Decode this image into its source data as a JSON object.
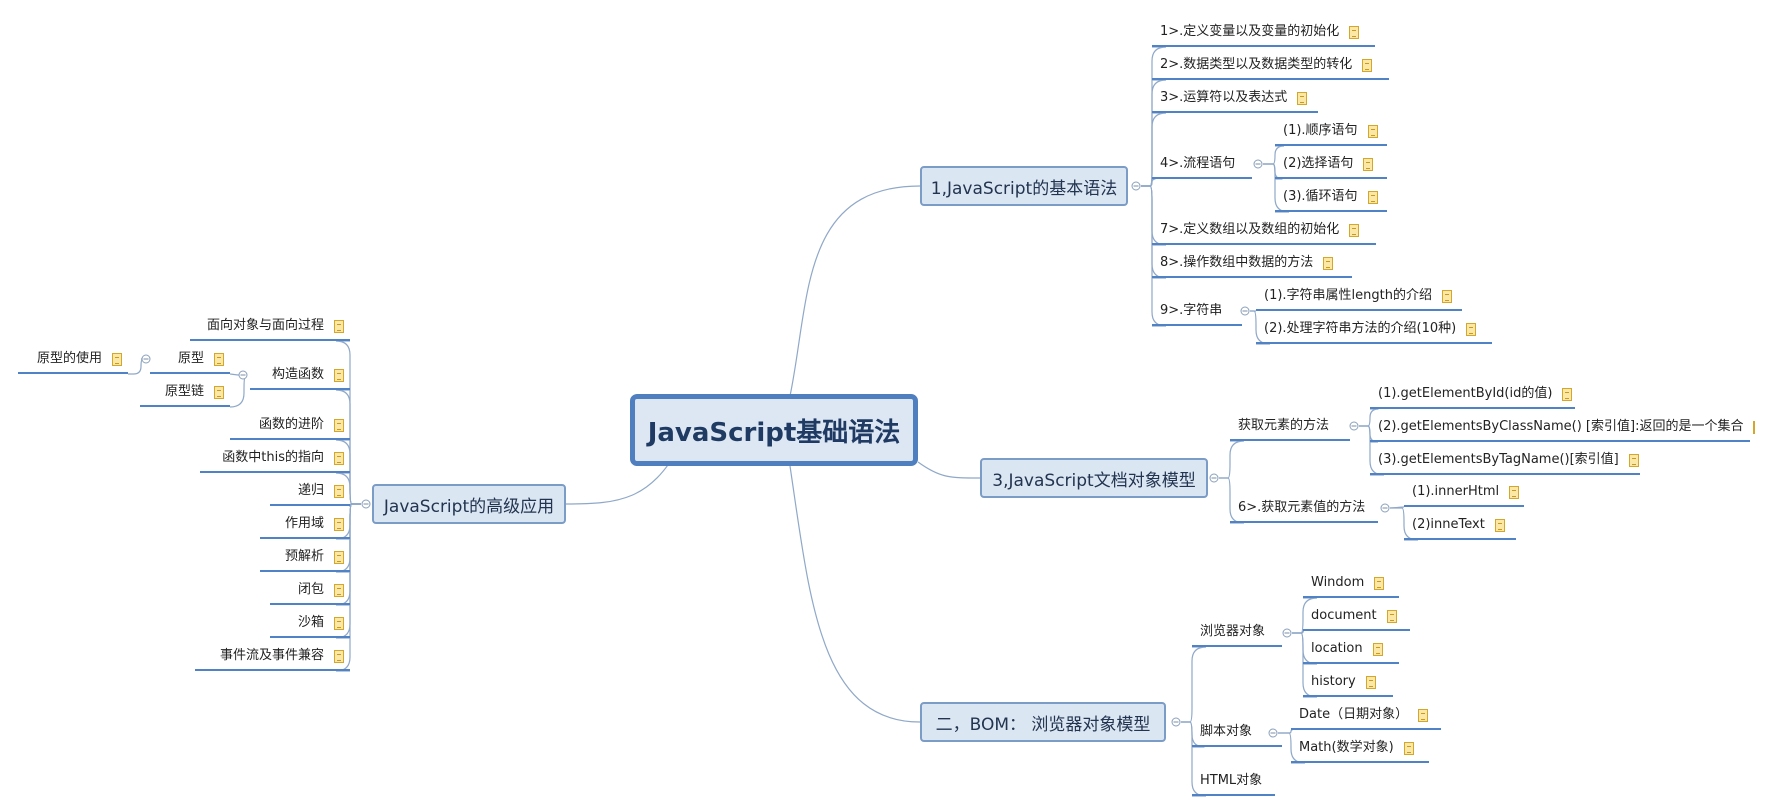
{
  "central": {
    "label": "JavaScript基础语法"
  },
  "branches": {
    "basic": {
      "label": "1,JavaScript的基本语法",
      "items": [
        {
          "label": "1>.定义变量以及变量的初始化"
        },
        {
          "label": "2>.数据类型以及数据类型的转化"
        },
        {
          "label": "3>.运算符以及表达式"
        },
        {
          "label": "4>.流程语句",
          "children": [
            {
              "label": "(1).顺序语句"
            },
            {
              "label": "(2)选择语句"
            },
            {
              "label": "(3).循环语句"
            }
          ]
        },
        {
          "label": "7>.定义数组以及数组的初始化"
        },
        {
          "label": "8>.操作数组中数据的方法"
        },
        {
          "label": "9>.字符串",
          "children": [
            {
              "label": "(1).字符串属性length的介绍"
            },
            {
              "label": "(2).处理字符串方法的介绍(10种)"
            }
          ]
        }
      ]
    },
    "dom": {
      "label": "3,JavaScript文档对象模型",
      "items": [
        {
          "label": "获取元素的方法",
          "children": [
            {
              "label": "(1).getElementById(id的值)"
            },
            {
              "label": "(2).getElementsByClassName() [索引值]:返回的是一个集合"
            },
            {
              "label": "(3).getElementsByTagName()[索引值]"
            }
          ]
        },
        {
          "label": "6>.获取元素值的方法",
          "children": [
            {
              "label": "(1).innerHtml"
            },
            {
              "label": "(2)inneText"
            }
          ]
        }
      ]
    },
    "bom": {
      "label": "二，BOM：  浏览器对象模型",
      "items": [
        {
          "label": "浏览器对象",
          "children": [
            {
              "label": "Windom"
            },
            {
              "label": "document"
            },
            {
              "label": "location"
            },
            {
              "label": "history"
            }
          ]
        },
        {
          "label": "脚本对象",
          "children": [
            {
              "label": "Date（日期对象）"
            },
            {
              "label": "Math(数学对象)"
            }
          ]
        },
        {
          "label": "HTML对象"
        }
      ]
    },
    "advanced": {
      "label": "JavaScript的高级应用",
      "items": [
        {
          "label": "面向对象与面向过程"
        },
        {
          "label": "构造函数",
          "children": [
            {
              "label": "原型",
              "children": [
                {
                  "label": "原型的使用"
                }
              ]
            },
            {
              "label": "原型链"
            }
          ]
        },
        {
          "label": "函数的进阶"
        },
        {
          "label": "函数中this的指向"
        },
        {
          "label": "递归"
        },
        {
          "label": "作用域"
        },
        {
          "label": "预解析"
        },
        {
          "label": "闭包"
        },
        {
          "label": "沙箱"
        },
        {
          "label": "事件流及事件兼容"
        }
      ]
    }
  },
  "colors": {
    "line": "#4f83c5",
    "connector": "#8fa8c8",
    "box_fill": "#dbe6f3",
    "box_border": "#7a9cc6"
  },
  "icons": {
    "note": "note-icon",
    "collapse": "collapse-icon"
  }
}
